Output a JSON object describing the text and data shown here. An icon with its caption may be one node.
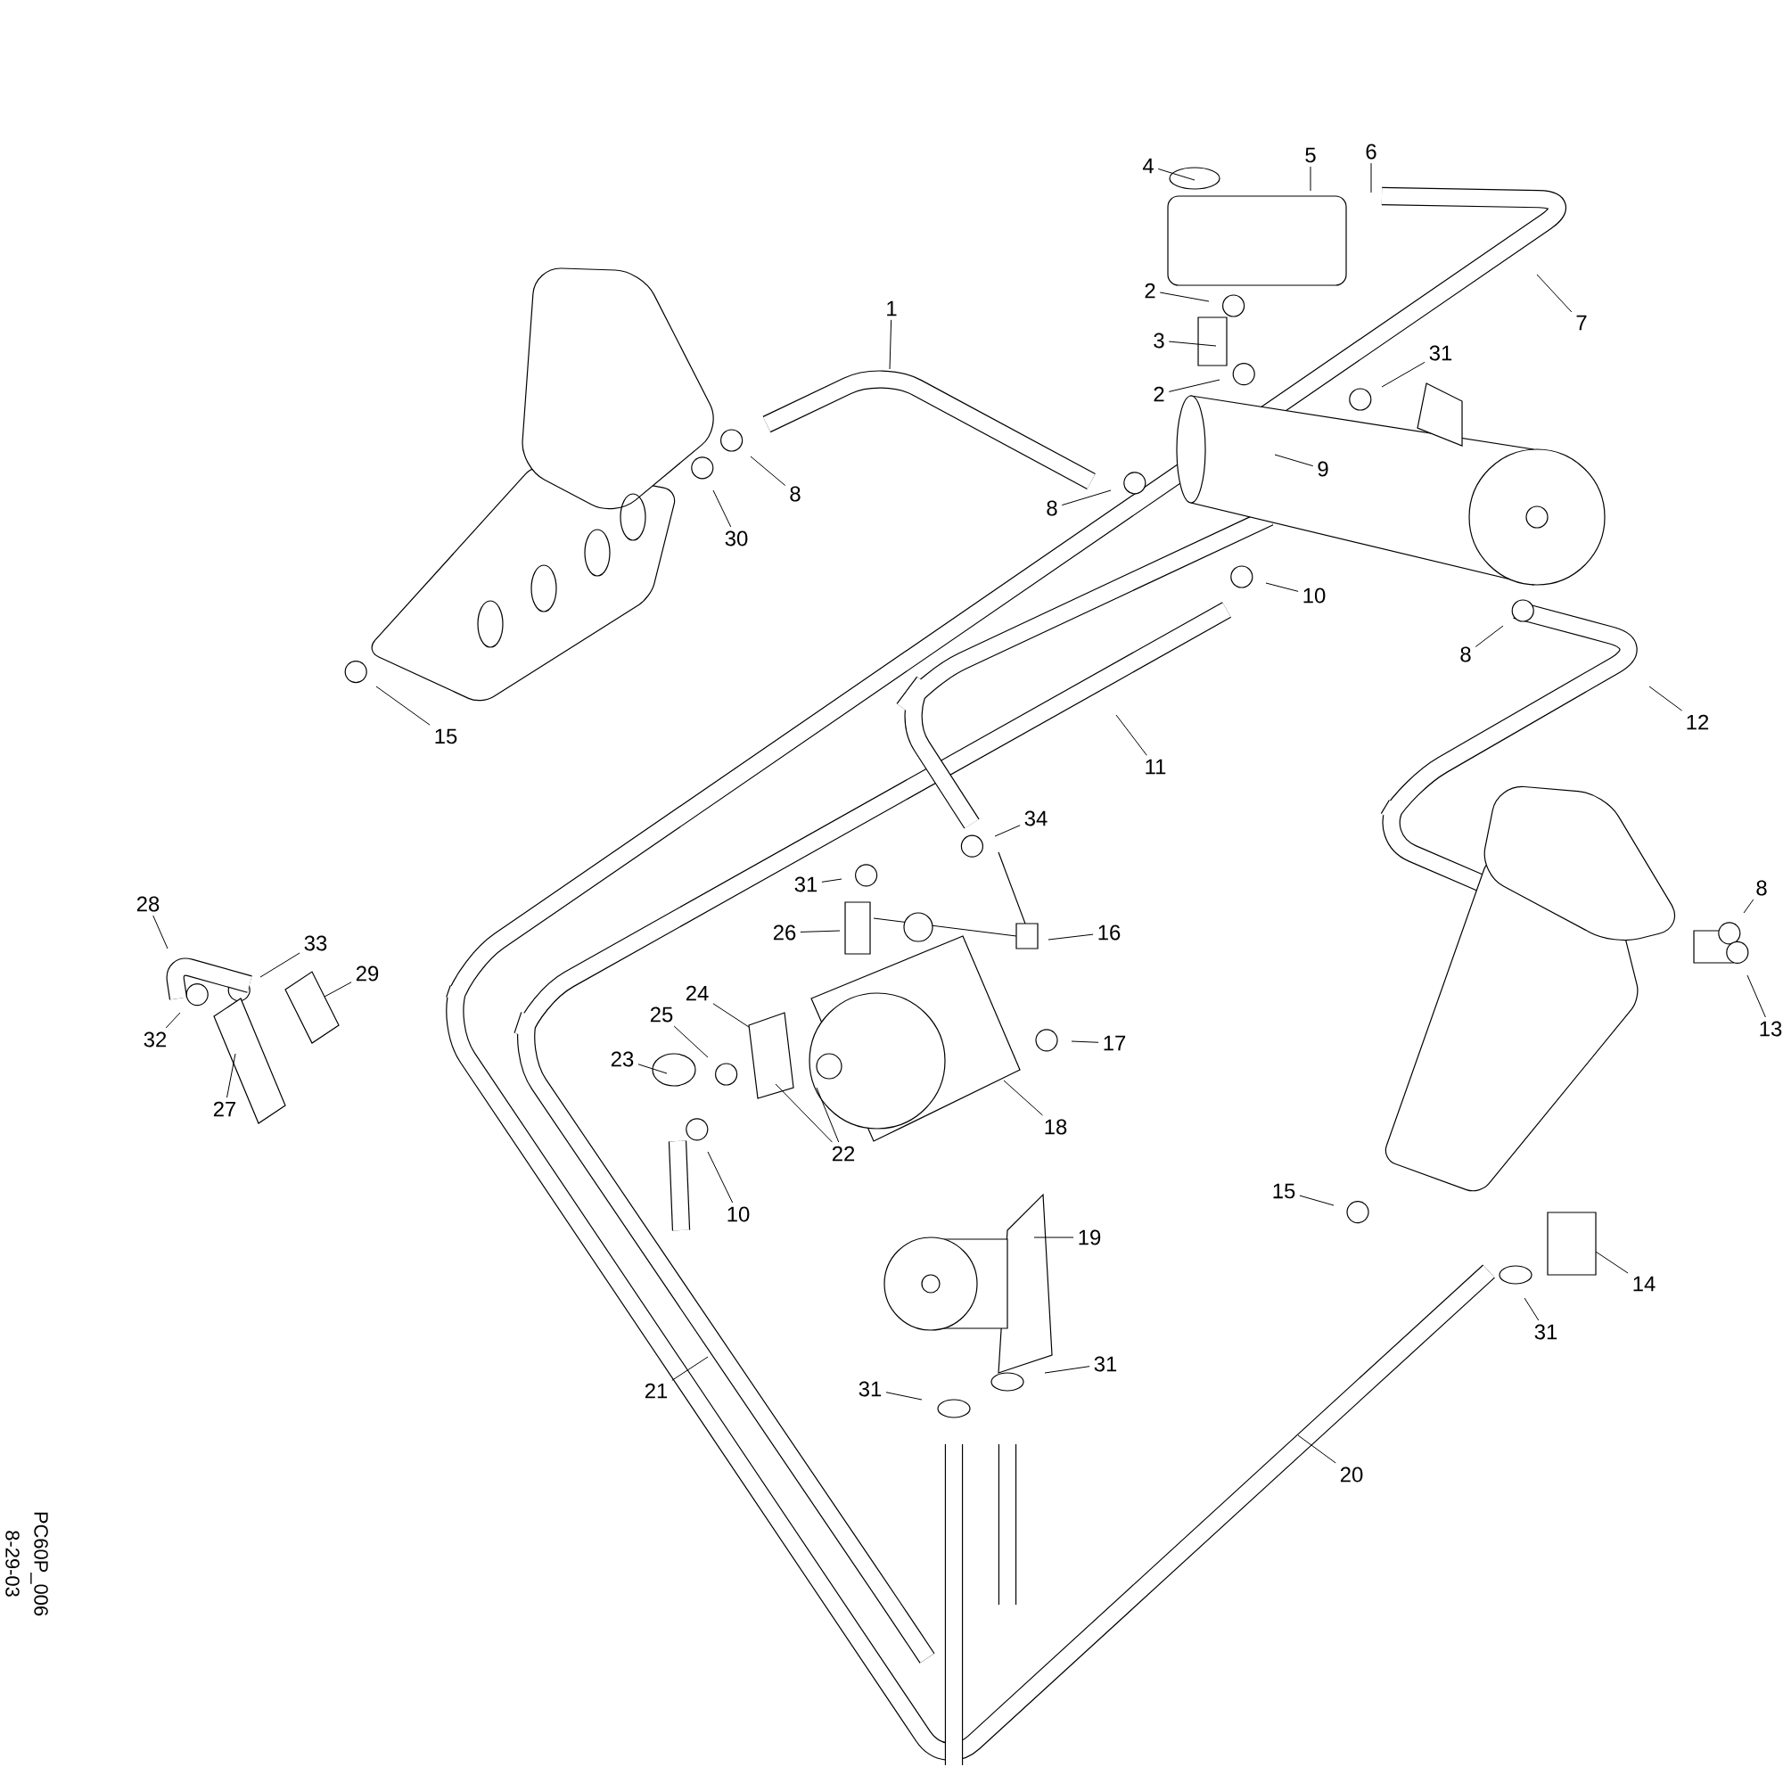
{
  "diagram": {
    "nodes": [
      {
        "text": [
          "5"
        ]
      },
      {
        "text": [
          "6"
        ]
      },
      {
        "text": [
          "4"
        ]
      },
      {
        "text": [
          "2"
        ]
      },
      {
        "text": [
          "1"
        ]
      },
      {
        "text": [
          "7"
        ]
      },
      {
        "text": [
          "3"
        ]
      },
      {
        "text": [
          "31"
        ]
      },
      {
        "text": [
          "2"
        ]
      },
      {
        "text": [
          "9"
        ]
      },
      {
        "text": [
          "8"
        ]
      },
      {
        "text": [
          "8"
        ]
      },
      {
        "text": [
          "30"
        ]
      },
      {
        "text": [
          "10"
        ]
      },
      {
        "text": [
          "8"
        ]
      },
      {
        "text": [
          "12"
        ]
      },
      {
        "text": [
          "15"
        ]
      },
      {
        "text": [
          "11"
        ]
      },
      {
        "text": [
          "34"
        ]
      },
      {
        "text": [
          "31"
        ]
      },
      {
        "text": [
          "8"
        ]
      },
      {
        "text": [
          "28"
        ]
      },
      {
        "text": [
          "26"
        ]
      },
      {
        "text": [
          "16"
        ]
      },
      {
        "text": [
          "33"
        ]
      },
      {
        "text": [
          "29"
        ]
      },
      {
        "text": [
          "24"
        ]
      },
      {
        "text": [
          "25"
        ]
      },
      {
        "text": [
          "13"
        ]
      },
      {
        "text": [
          "32"
        ]
      },
      {
        "text": [
          "17"
        ]
      },
      {
        "text": [
          "23"
        ]
      },
      {
        "text": [
          "27"
        ]
      },
      {
        "text": [
          "18"
        ]
      },
      {
        "text": [
          "22"
        ]
      },
      {
        "text": [
          "15"
        ]
      },
      {
        "text": [
          "10"
        ]
      },
      {
        "text": [
          "19"
        ]
      },
      {
        "text": [
          "14"
        ]
      },
      {
        "text": [
          "31"
        ]
      },
      {
        "text": [
          "31"
        ]
      },
      {
        "text": [
          "21"
        ]
      },
      {
        "text": [
          "31"
        ]
      },
      {
        "text": [
          "20"
        ]
      }
    ],
    "edges": [
      {
        "from": 0,
        "to": null,
        "arrow": "none"
      },
      {
        "from": 1,
        "to": null,
        "arrow": "none"
      },
      {
        "from": 2,
        "to": null,
        "arrow": "none"
      },
      {
        "from": 3,
        "to": null,
        "arrow": "none"
      },
      {
        "from": 4,
        "to": null,
        "arrow": "none"
      },
      {
        "from": 5,
        "to": null,
        "arrow": "none"
      },
      {
        "from": 6,
        "to": null,
        "arrow": "none"
      },
      {
        "from": 7,
        "to": null,
        "arrow": "none"
      },
      {
        "from": 8,
        "to": null,
        "arrow": "none"
      },
      {
        "from": 9,
        "to": null,
        "arrow": "none"
      },
      {
        "from": 10,
        "to": null,
        "arrow": "none"
      },
      {
        "from": 11,
        "to": null,
        "arrow": "none"
      },
      {
        "from": 12,
        "to": null,
        "arrow": "none"
      },
      {
        "from": 13,
        "to": null,
        "arrow": "none"
      },
      {
        "from": 14,
        "to": null,
        "arrow": "none"
      },
      {
        "from": 15,
        "to": null,
        "arrow": "none"
      },
      {
        "from": 16,
        "to": null,
        "arrow": "none"
      },
      {
        "from": 17,
        "to": null,
        "arrow": "none"
      },
      {
        "from": 18,
        "to": null,
        "arrow": "none"
      },
      {
        "from": 19,
        "to": null,
        "arrow": "none"
      },
      {
        "from": 20,
        "to": null,
        "arrow": "none"
      },
      {
        "from": 21,
        "to": null,
        "arrow": "none"
      },
      {
        "from": 22,
        "to": null,
        "arrow": "none"
      },
      {
        "from": 23,
        "to": null,
        "arrow": "none"
      },
      {
        "from": 24,
        "to": null,
        "arrow": "none"
      },
      {
        "from": 25,
        "to": null,
        "arrow": "none"
      },
      {
        "from": 26,
        "to": null,
        "arrow": "none"
      },
      {
        "from": 27,
        "to": null,
        "arrow": "none"
      },
      {
        "from": 28,
        "to": null,
        "arrow": "none"
      },
      {
        "from": 29,
        "to": null,
        "arrow": "none"
      },
      {
        "from": 30,
        "to": null,
        "arrow": "none"
      },
      {
        "from": 31,
        "to": null,
        "arrow": "none"
      },
      {
        "from": 32,
        "to": null,
        "arrow": "none"
      },
      {
        "from": 33,
        "to": null,
        "arrow": "none"
      },
      {
        "from": 34,
        "to": null,
        "arrow": "none"
      },
      {
        "from": 34,
        "to": null,
        "arrow": "none"
      },
      {
        "from": 35,
        "to": null,
        "arrow": "none"
      },
      {
        "from": 36,
        "to": null,
        "arrow": "none"
      },
      {
        "from": 37,
        "to": null,
        "arrow": "none"
      },
      {
        "from": 38,
        "to": null,
        "arrow": "none"
      },
      {
        "from": 39,
        "to": null,
        "arrow": "none"
      },
      {
        "from": 40,
        "to": null,
        "arrow": "none"
      },
      {
        "from": 41,
        "to": null,
        "arrow": "none"
      },
      {
        "from": 42,
        "to": null,
        "arrow": "none"
      },
      {
        "from": 43,
        "to": null,
        "arrow": "none"
      }
    ],
    "labels": [
      "PC60P_006",
      "8-29-03"
    ]
  }
}
